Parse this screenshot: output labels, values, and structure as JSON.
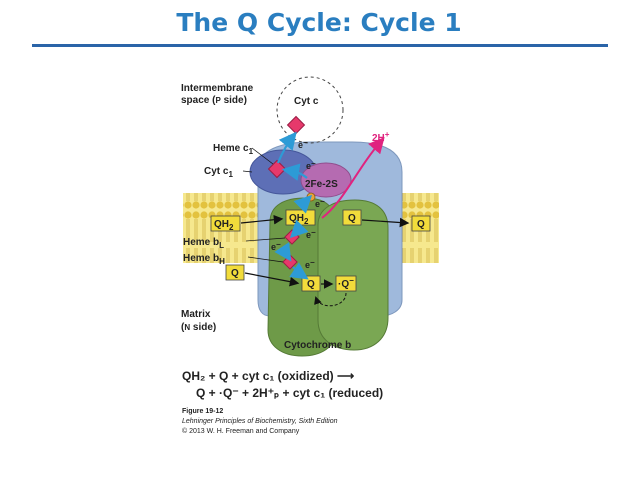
{
  "title": "The Q Cycle: Cycle 1",
  "labels": {
    "intermembrane_line1": "Intermembrane",
    "intermembrane_line2": "space (",
    "intermembrane_p": "P",
    "intermembrane_side": " side)",
    "cyt_c": "Cyt c",
    "heme_c1": "Heme c",
    "heme_c1_sub": "1",
    "cyt_c1": "Cyt c",
    "cyt_c1_sub": "1",
    "two_h_plus": "2H",
    "two_h_plus_sup": "+",
    "fe_s": "2Fe-2S",
    "electron": "e",
    "electron_sup": "−",
    "qh2_left": "QH",
    "qh2_left_sub": "2",
    "qh2_center": "QH",
    "qh2_center_sub": "2",
    "q_box_mid": "Q",
    "q_box_right": "Q",
    "heme_bl": "Heme b",
    "heme_bl_sub": "L",
    "heme_bh": "Heme b",
    "heme_bh_sub": "H",
    "q_left": "Q",
    "q_lower": "Q",
    "semiquinone": "·Q",
    "semiquinone_sup": "−",
    "matrix_line1": "Matrix",
    "matrix_line2": "(",
    "matrix_n": "N",
    "matrix_side": " side)",
    "cytochrome_b": "Cytochrome b"
  },
  "equation": {
    "line1": "QH₂ + Q + cyt c₁ (oxidized) ⟶",
    "line2": "Q + ·Q⁻ + 2H⁺ₚ + cyt c₁ (reduced)"
  },
  "figure": {
    "number": "Figure 19-12",
    "book": "Lehninger Principles of Biochemistry, Sixth Edition",
    "copyright": "© 2013 W. H. Freeman and Company"
  },
  "colors": {
    "title": "#2a7ec0",
    "membrane": "#f4e27a",
    "head": "#e3c23f",
    "protein_blue": "#9fb9dc",
    "protein_green": "#6e9a48",
    "cyt_c1": "#5d6fb6",
    "fes": "#b56bb1",
    "heme": "#e6396b",
    "qbox": "#f2dc3b",
    "arrow_blue": "#2d9bd6",
    "arrow_magenta": "#e0237f"
  }
}
